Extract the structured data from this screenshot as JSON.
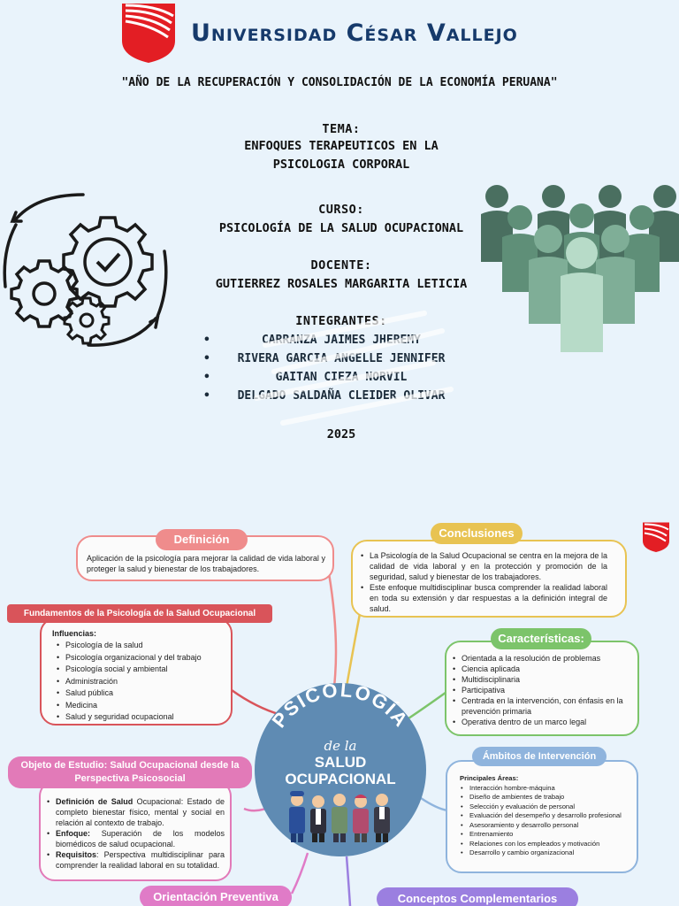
{
  "cover": {
    "university": "Universidad César Vallejo",
    "year_title": "\"AÑO DE LA RECUPERACIÓN Y CONSOLIDACIÓN DE LA ECONOMÍA PERUANA\"",
    "tema_label": "TEMA:",
    "tema_line1": "ENFOQUES TERAPEUTICOS EN LA",
    "tema_line2": "PSICOLOGIA CORPORAL",
    "curso_label": "CURSO:",
    "curso": "PSICOLOGÍA DE LA SALUD OCUPACIONAL",
    "docente_label": "DOCENTE:",
    "docente": "GUTIERREZ ROSALES MARGARITA LETICIA",
    "integrantes_label": "INTEGRANTES:",
    "integrantes": [
      "CARRANZA JAIMES JHEREMY",
      "RIVERA GARCIA ANGELLE JENNIFER",
      "GAITAN CIEZA NORVIL",
      "DELGADO SALDAÑA CLEIDER OLIVAR"
    ],
    "year": "2025"
  },
  "mindmap": {
    "center": {
      "line1": "PSICOLOGÍA",
      "line2": "de la",
      "line3": "SALUD",
      "line4": "OCUPACIONAL"
    },
    "definicion": {
      "title": "Definición",
      "text": "Aplicación de la psicología para mejorar la calidad de vida laboral y proteger la salud y bienestar de los trabajadores."
    },
    "conclusiones": {
      "title": "Conclusiones",
      "items": [
        "La Psicología de la Salud Ocupacional se centra en la mejora de la calidad de vida laboral y en la protección y promoción de la seguridad, salud y bienestar de los trabajadores.",
        "Este enfoque multidisciplinar busca comprender la realidad laboral en toda su extensión y dar respuestas a la definición integral de salud."
      ]
    },
    "fundamentos": {
      "title": "Fundamentos de la Psicología de la Salud Ocupacional",
      "subtitle": "Influencias:",
      "items": [
        "Psicología de la salud",
        "Psicología organizacional y del trabajo",
        "Psicología social y ambiental",
        "Administración",
        "Salud pública",
        "Medicina",
        "Salud y seguridad ocupacional"
      ]
    },
    "caracteristicas": {
      "title": "Características:",
      "items": [
        "Orientada a la resolución de problemas",
        "Ciencia aplicada",
        "Multidisciplinaria",
        "Participativa",
        "Centrada en la intervención, con énfasis en la prevención primaria",
        "Operativa dentro de un marco legal"
      ]
    },
    "objeto": {
      "title": "Objeto de Estudio: Salud Ocupacional desde la Perspectiva Psicosocial",
      "items": [
        {
          "bold": "Definición de Salud",
          "text": " Ocupacional: Estado de completo bienestar físico, mental y social en relación al contexto de trabajo."
        },
        {
          "bold": "Enfoque:",
          "text": " Superación de los modelos biomédicos de salud ocupacional."
        },
        {
          "bold": "Requisitos",
          "text": ": Perspectiva multidisciplinar para comprender la realidad laboral en su totalidad."
        }
      ]
    },
    "ambitos": {
      "title": "Ámbitos de Intervención",
      "subtitle": "Principales Áreas:",
      "items": [
        "Interacción hombre-máquina",
        "Diseño de ambientes de trabajo",
        "Selección y evaluación de personal",
        "Evaluación del desempeño y desarrollo profesional",
        "Asesoramiento y desarrollo personal",
        "Entrenamiento",
        "Relaciones con los empleados y motivación",
        "Desarrollo y cambio organizacional"
      ]
    },
    "orientacion": {
      "title": "Orientación Preventiva"
    },
    "conceptos": {
      "title": "Conceptos Complementarios"
    }
  },
  "colors": {
    "definicion": "#ef8c8c",
    "conclusiones": "#e8c352",
    "fundamentos": "#d9545a",
    "caracteristicas": "#7cc46a",
    "objeto": "#e27ab8",
    "ambitos": "#8fb4dd",
    "orientacion": "#e07bc7",
    "conceptos": "#9b7fe0",
    "center": "#5f8bb3",
    "brand_red": "#e31e24",
    "brand_blue": "#163a6b"
  }
}
